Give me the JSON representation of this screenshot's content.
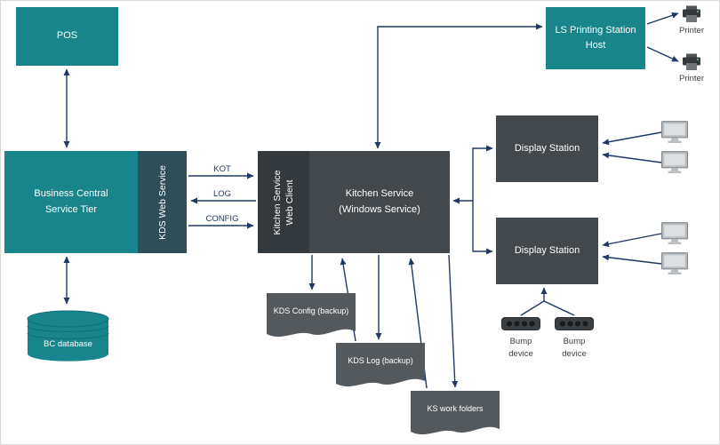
{
  "nodes": {
    "pos": {
      "label": "POS"
    },
    "business_central": {
      "line1": "Business Central",
      "line2": "Service Tier"
    },
    "kds_web_service": {
      "label": "KDS Web Service"
    },
    "bc_database": {
      "label": "BC database"
    },
    "kitchen_service_web_client": {
      "label": "Kitchen Service Web Client"
    },
    "kitchen_service": {
      "line1": "Kitchen Service",
      "line2": "(Windows Service)"
    },
    "ls_printing_station_host": {
      "line1": "LS Printing Station",
      "line2": "Host"
    },
    "display_station_top": {
      "label": "Display Station"
    },
    "display_station_bottom": {
      "label": "Display Station"
    },
    "kds_config_backup": {
      "label": "KDS Config (backup)"
    },
    "kds_log_backup": {
      "label": "KDS Log (backup)"
    },
    "ks_work_folders": {
      "label": "KS work folders"
    }
  },
  "edges": {
    "kot": "KOT",
    "log": "LOG",
    "config": "CONFIG"
  },
  "peripherals": {
    "printer_top": "Printer",
    "printer_bottom": "Printer",
    "bump_left": {
      "line1": "Bump",
      "line2": "device"
    },
    "bump_right": {
      "line1": "Bump",
      "line2": "device"
    }
  },
  "colors": {
    "teal": "#17858B",
    "dark_gray": "#43484D",
    "strip_dark_gray": "#34393D",
    "strip_dark_teal": "#2E4E58",
    "document_gray": "#54595D",
    "connector_navy": "#1F3864"
  }
}
